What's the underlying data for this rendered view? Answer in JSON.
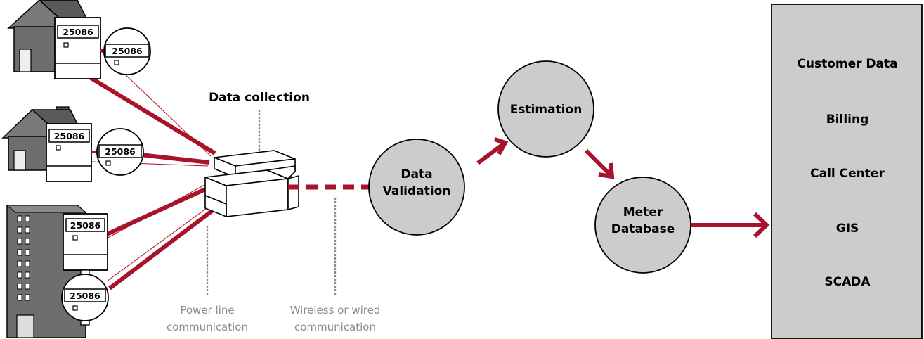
{
  "colors": {
    "link_red": "#a8122a",
    "node_fill": "#cccccc",
    "panel_fill": "#cccccc",
    "house_gray": "#6e6e6e",
    "annotation_gray": "#8c8c8c"
  },
  "meters": {
    "reading": "25086"
  },
  "labels": {
    "data_collection": "Data collection",
    "power_line_1": "Power line",
    "power_line_2": "communication",
    "wireless_1": "Wireless or wired",
    "wireless_2": "communication"
  },
  "nodes": {
    "validation_1": "Data",
    "validation_2": "Validation",
    "estimation": "Estimation",
    "meter_db_1": "Meter",
    "meter_db_2": "Database"
  },
  "panel": {
    "items": [
      "Customer Data",
      "Billing",
      "Call Center",
      "GIS",
      "SCADA"
    ]
  },
  "icons": [
    "house-icon",
    "apartment-building-icon",
    "electric-meter-icon",
    "gas-meter-icon",
    "data-collector-icon",
    "arrow-icon"
  ]
}
